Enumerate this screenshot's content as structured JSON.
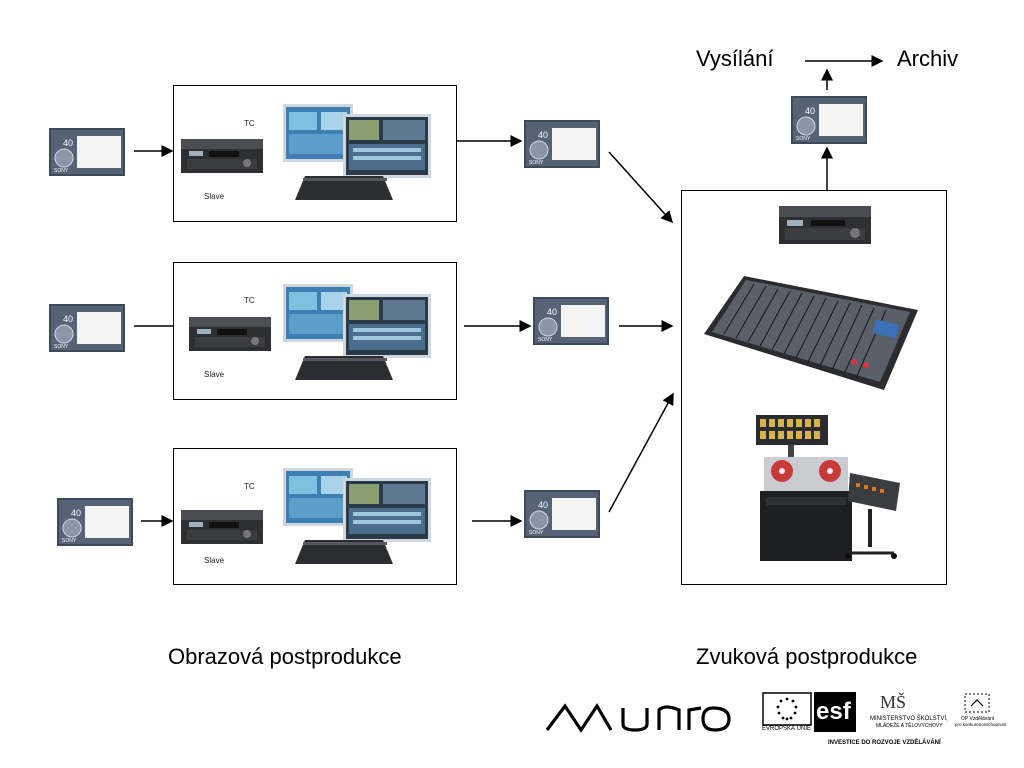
{
  "diagram": {
    "top_labels": {
      "left": "Vysílání",
      "right": "Archiv"
    },
    "bottom_labels": {
      "video": "Obrazová postprodukce",
      "audio": "Zvuková postprodukce"
    },
    "workstation_labels": {
      "timecode": "TC",
      "slave": "Slave"
    },
    "cassette_labels": {
      "capacity": "40",
      "brand": "SONY"
    }
  },
  "footer": {
    "logo_text": "munro",
    "eu_label": "EVROPSKÁ UNIE",
    "esf_label": "esf",
    "msmt_label": "MINISTERSTVO ŠKOLSTVÍ,",
    "msmt_label2": "MLÁDEŽE A TĚLOVÝCHOVY",
    "op_label": "OP Vzdělávání",
    "op_label2": "pro konkurenceschopnost",
    "invest_label": "INVESTICE DO ROZVOJE VZDĚLÁVÁNÍ"
  },
  "icons": [
    "cassette-icon",
    "vtr-deck-icon",
    "monitor-workstation-icon",
    "mixing-console-icon",
    "tape-recorder-icon"
  ]
}
